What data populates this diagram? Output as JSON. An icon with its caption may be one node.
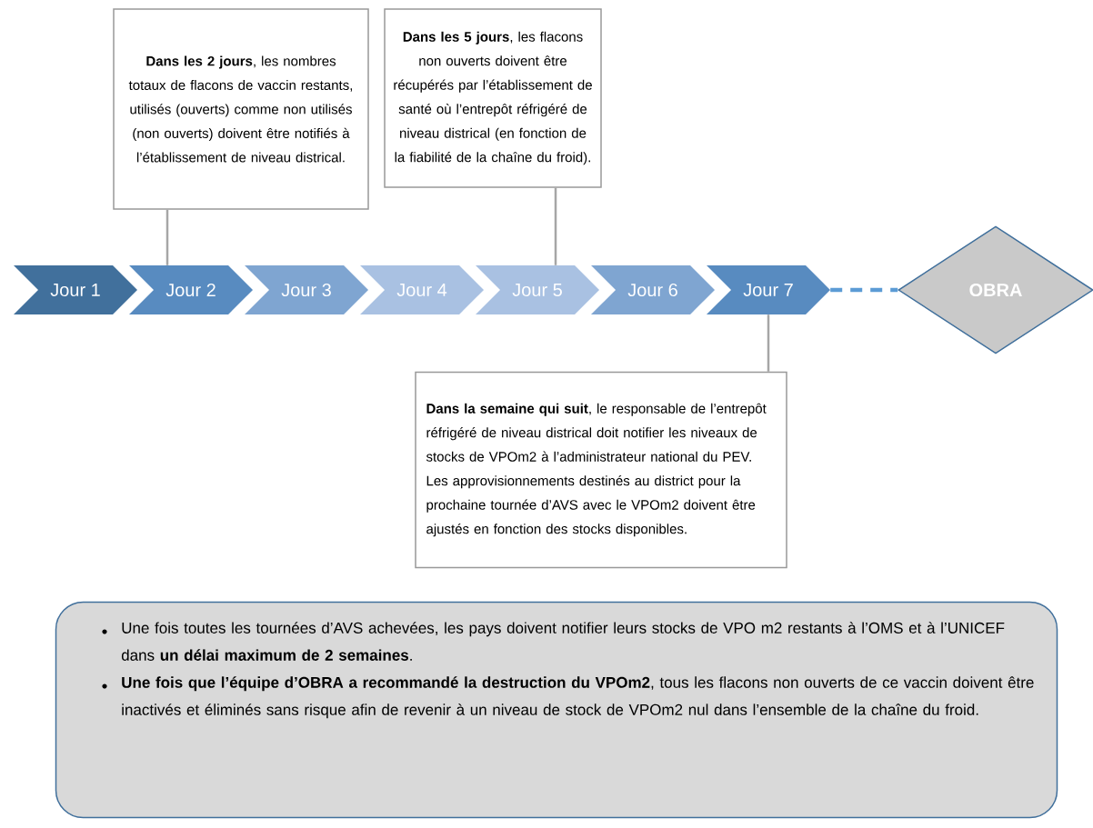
{
  "diagram": {
    "nodes": [
      {
        "text": [
          "**Dans les 2 jours**, les nombres totaux de flacons de vaccin restants, utilisés (ouverts) comme non utilisés (non ouverts) doivent être notifiés à l’établissement de niveau districal."
        ]
      },
      {
        "text": [
          "**Dans les 5 jours**, les flacons non ouverts doivent être récupérés par l’établissement de santé où l’entrepôt réfrigéré de niveau districal (en fonction de la fiabilité de la chaîne du froid)."
        ]
      },
      {
        "text": [
          "Jour 1"
        ]
      },
      {
        "text": [
          "Jour 2"
        ]
      },
      {
        "text": [
          "Jour 3"
        ]
      },
      {
        "text": [
          "Jour 4"
        ]
      },
      {
        "text": [
          "Jour 5"
        ]
      },
      {
        "text": [
          "Jour 6"
        ]
      },
      {
        "text": [
          "Jour 7"
        ]
      },
      {
        "text": [
          "OBRA"
        ]
      },
      {
        "text": [
          "**Dans la semaine qui suit**, le responsable de l’entrepôt réfrigéré de niveau districal doit notifier les niveaux de stocks de VPOm2 à l’administrateur national du PEV. Les approvisionnements destinés au district pour la prochaine tournée d’AVS avec le VPOm2 doivent être ajustés en fonction des stocks disponibles."
        ]
      },
      {
        "text": [
          "Une fois toutes les tournées d’AVS achevées, les pays doivent notifier leurs stocks de VPO m2 restants à l’OMS et à l’UNICEF dans **un délai maximum de 2 semaines**.",
          "**Une fois que l’équipe d’OBRA a recommandé la destruction du VPOm2**, tous les flacons non ouverts de ce vaccin doivent être inactivés et éliminés sans risque afin de revenir à un niveau de stock de VPOm2 nul dans l’ensemble de la chaîne du froid."
        ]
      }
    ],
    "edges": [
      {
        "from": 0,
        "to": 3,
        "arrow": "none"
      },
      {
        "from": 1,
        "to": 6,
        "arrow": "none"
      },
      {
        "from": 8,
        "to": 10,
        "arrow": "none"
      },
      {
        "from": 8,
        "to": 9,
        "arrow": "none",
        "style": "dashed",
        "color": "#5b9bd5"
      }
    ]
  }
}
